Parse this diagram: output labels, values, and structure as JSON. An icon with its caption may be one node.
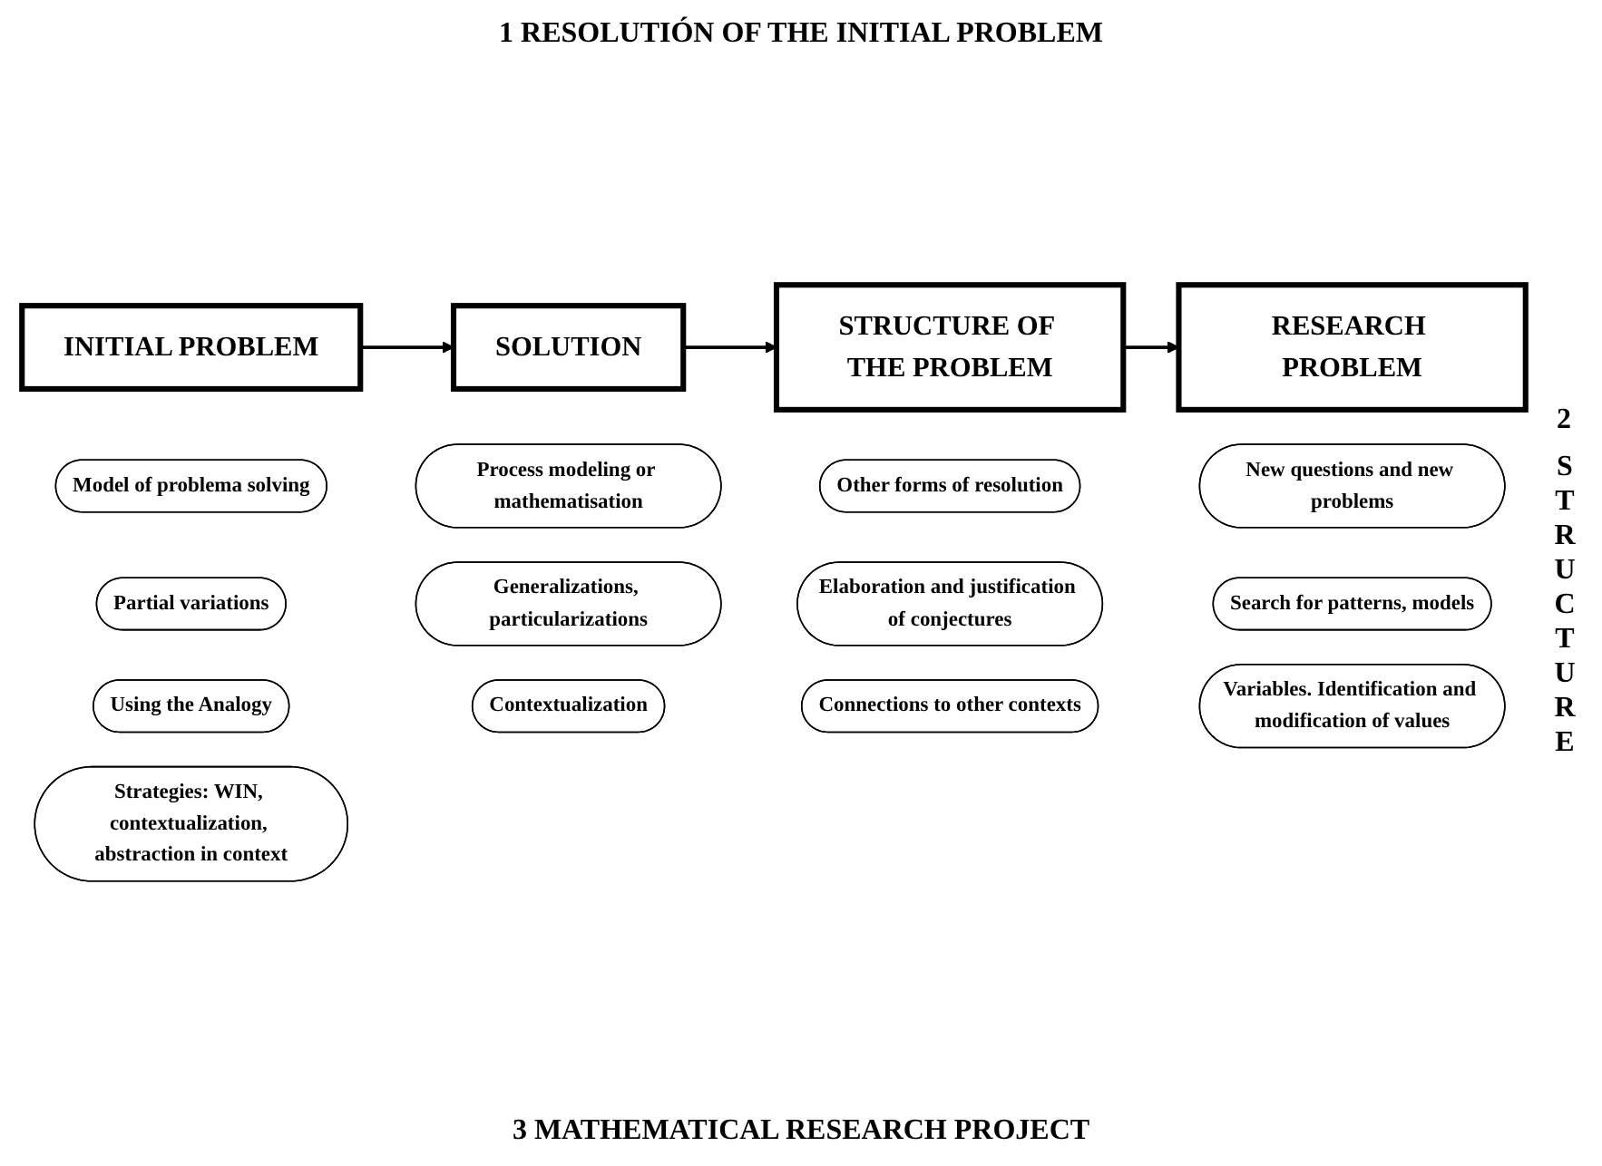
{
  "diagram": {
    "nodes": [
      {
        "text": [
          "INITIAL PROBLEM"
        ]
      },
      {
        "text": [
          "Model of problema solving"
        ]
      },
      {
        "text": [
          "SOLUTION"
        ]
      },
      {
        "text": [
          "Process modeling or mathematisation"
        ]
      },
      {
        "text": [
          "Other forms of resolution"
        ]
      },
      {
        "text": [
          "New questions and new problems"
        ]
      },
      {
        "text": [
          "Partial variations"
        ]
      },
      {
        "text": [
          "Generalizations, particularizations"
        ]
      },
      {
        "text": [
          "Elaboration and justification of conjectures"
        ]
      },
      {
        "text": [
          "Search for patterns, models"
        ]
      },
      {
        "text": [
          "Using the Analogy"
        ]
      },
      {
        "text": [
          "Contextualization"
        ]
      },
      {
        "text": [
          "Connections to other contexts"
        ]
      },
      {
        "text": [
          "Variables. Identification and modification of values"
        ]
      },
      {
        "text": [
          "RESEARCH PROBLEM"
        ]
      },
      {
        "text": [
          "STRUCTURE OF THE PROBLEM"
        ]
      },
      {
        "text": [
          "Strategies: WIN, contextualization, abstraction in context"
        ]
      }
    ],
    "edges": [
      {
        "from": 0,
        "to": 2,
        "arrow": "to"
      },
      {
        "from": 2,
        "to": 15,
        "arrow": "to"
      },
      {
        "from": 15,
        "to": 14,
        "arrow": "to"
      }
    ],
    "labels": [
      "1 RESOLUTIÓN OF THE INITIAL PROBLEM",
      "2",
      "STRUCTURE",
      "3 MATHEMATICAL RESEARCH PROJECT"
    ]
  }
}
